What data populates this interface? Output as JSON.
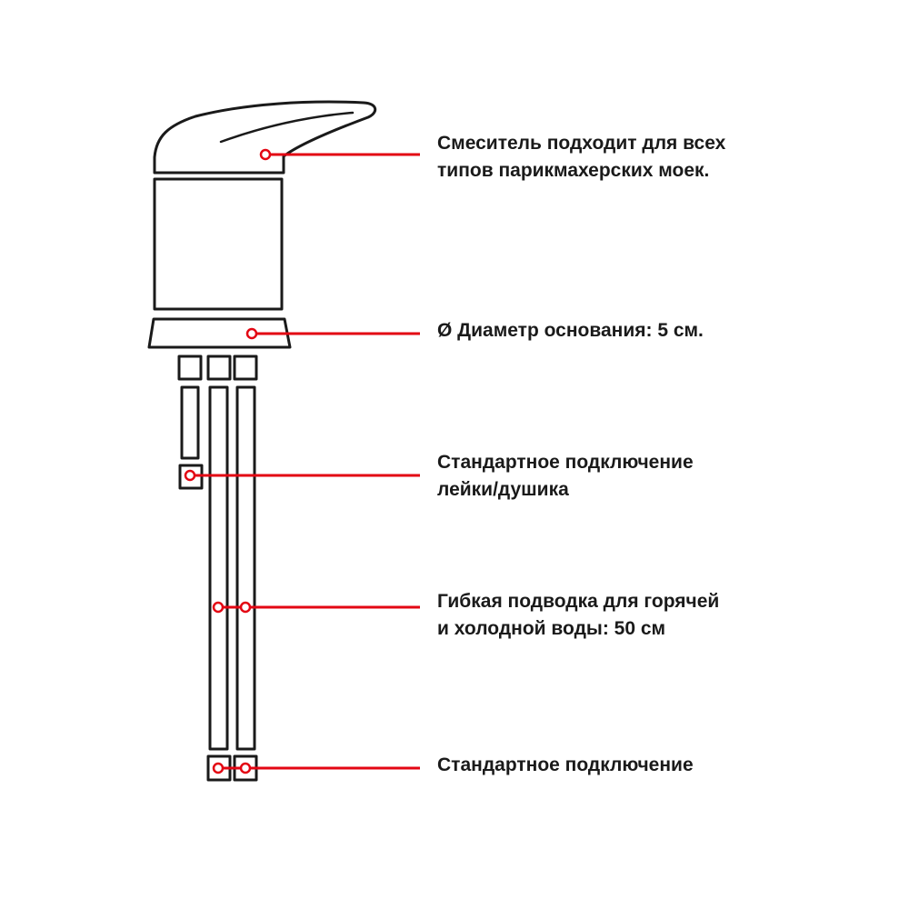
{
  "colors": {
    "accent": "#e30613",
    "ink": "#1a1a1a"
  },
  "callouts": [
    {
      "id": "handle",
      "lines": [
        "Смеситель подходит для всех",
        "типов парикмахерских моек."
      ]
    },
    {
      "id": "base",
      "lines": [
        "Ø Диаметр основания: 5 см."
      ]
    },
    {
      "id": "shower",
      "lines": [
        "Стандартное подключение",
        "лейки/душика"
      ]
    },
    {
      "id": "hoses",
      "lines": [
        "Гибкая подводка для горячей",
        "и холодной воды: 50 см"
      ]
    },
    {
      "id": "connection",
      "lines": [
        "Стандартное подключение"
      ]
    }
  ]
}
